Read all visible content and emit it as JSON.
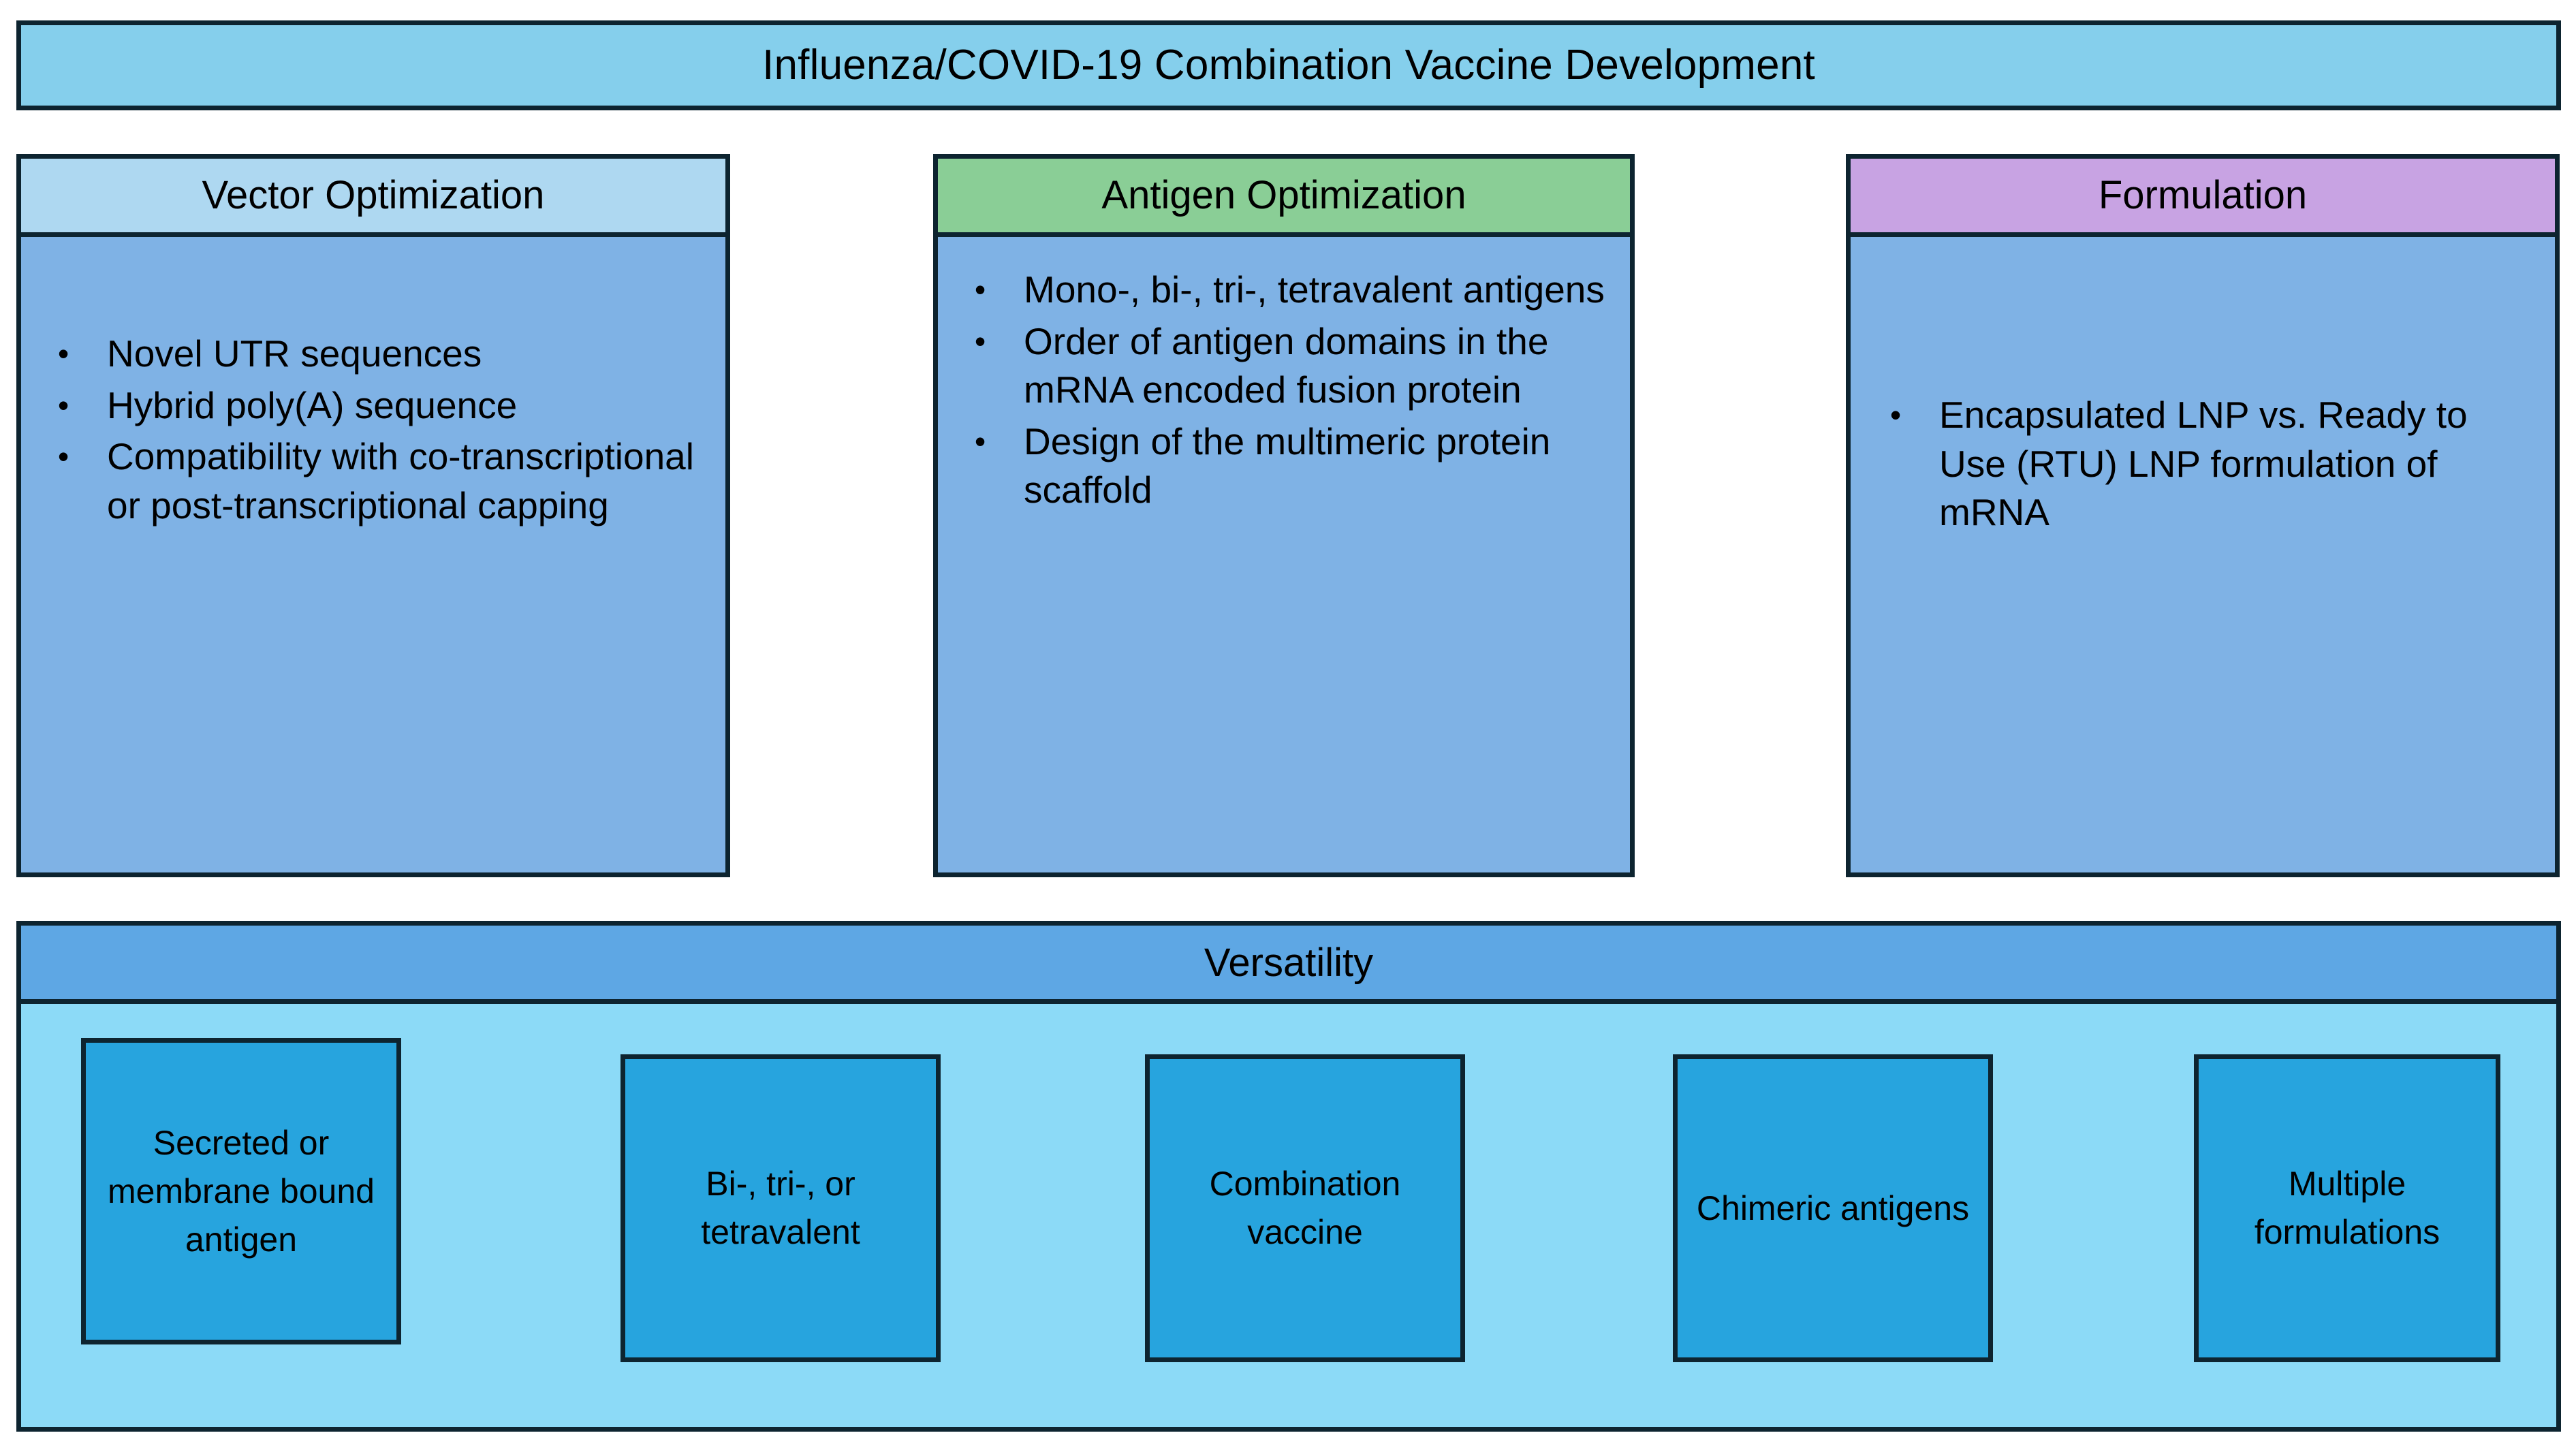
{
  "title": {
    "text": "Influenza/COVID-19 Combination Vaccine Development",
    "fill": "#85CFEC"
  },
  "pillars": [
    {
      "heading": "Vector Optimization",
      "heading_fill": "#AED8F1",
      "body_fill": "#7FB2E5",
      "bullets": [
        "Novel UTR sequences",
        "Hybrid poly(A) sequence",
        "Compatibility with co-transcriptional or post-transcriptional capping"
      ]
    },
    {
      "heading": "Antigen Optimization",
      "heading_fill": "#8ACE96",
      "body_fill": "#7FB2E5",
      "bullets": [
        "Mono-, bi-, tri-, tetravalent antigens",
        "Order of antigen domains in the mRNA encoded fusion protein",
        "Design of the multimeric protein scaffold"
      ]
    },
    {
      "heading": "Formulation",
      "heading_fill": "#C8A3E3",
      "body_fill": "#7FB2E5",
      "bullets": [
        "Encapsulated LNP vs. Ready to Use (RTU) LNP formulation of mRNA"
      ]
    }
  ],
  "versatility": {
    "heading": "Versatility",
    "bar_fill": "#5EA7E4",
    "panel_fill": "#8CDAF7",
    "chip_fill": "#27A4DE",
    "chips": [
      "Secreted or membrane bound antigen",
      "Bi-, tri-, or tetravalent",
      "Combination vaccine",
      "Chimeric antigens",
      "Multiple formulations"
    ]
  },
  "stroke": "#0D2430"
}
